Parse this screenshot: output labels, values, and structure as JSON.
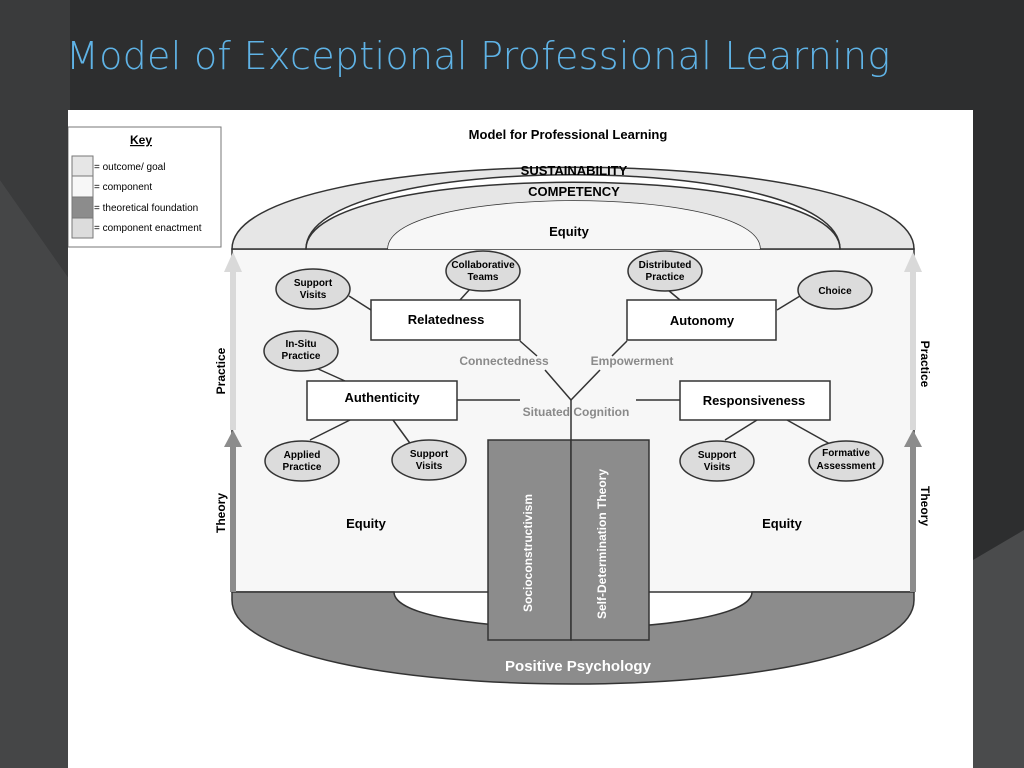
{
  "slide": {
    "title": "Model of Exceptional Professional Learning"
  },
  "diagram": {
    "title": "Model for Professional Learning",
    "key": {
      "heading": "Key",
      "items": [
        {
          "label": "= outcome/ goal",
          "color": "#e6e6e6"
        },
        {
          "label": "= component",
          "color": "#f7f7f7"
        },
        {
          "label": "= theoretical foundation",
          "color": "#8c8c8c"
        },
        {
          "label": "= component enactment",
          "color": "#dcdcdc"
        }
      ]
    },
    "arches": {
      "sustainability": "SUSTAINABILITY",
      "competency": "COMPETENCY"
    },
    "equity_top": "Equity",
    "equity_left": "Equity",
    "equity_right": "Equity",
    "side_labels": {
      "practice_left": "Practice",
      "theory_left": "Theory",
      "practice_right": "Practice",
      "theory_right": "Theory"
    },
    "components": {
      "relatedness": "Relatedness",
      "autonomy": "Autonomy",
      "authenticity": "Authenticity",
      "responsiveness": "Responsiveness"
    },
    "enactments": {
      "support_visits_rel": [
        "Support",
        "Visits"
      ],
      "collaborative_teams": [
        "Collaborative",
        "Teams"
      ],
      "distributed_practice": [
        "Distributed",
        "Practice"
      ],
      "choice": [
        "Choice"
      ],
      "in_situ_practice": [
        "In-Situ",
        "Practice"
      ],
      "applied_practice": [
        "Applied",
        "Practice"
      ],
      "support_visits_auth": [
        "Support",
        "Visits"
      ],
      "support_visits_resp": [
        "Support",
        "Visits"
      ],
      "formative_assessment": [
        "Formative",
        "Assessment"
      ]
    },
    "connectors": {
      "connectedness": "Connectedness",
      "empowerment": "Empowerment",
      "situated_cognition": "Situated Cognition"
    },
    "foundations": {
      "socioconstructivism": "Socioconstructivism",
      "self_determination": "Self-Determination Theory",
      "positive_psychology": "Positive Psychology"
    },
    "colors": {
      "outcome": "#e6e6e6",
      "component": "#f7f7f7",
      "foundation": "#8c8c8c",
      "enactment": "#dcdcdc",
      "practice_arrow": "#d9d9d9",
      "theory_arrow": "#8c8c8c",
      "connector_text": "#8a8a8a"
    }
  }
}
